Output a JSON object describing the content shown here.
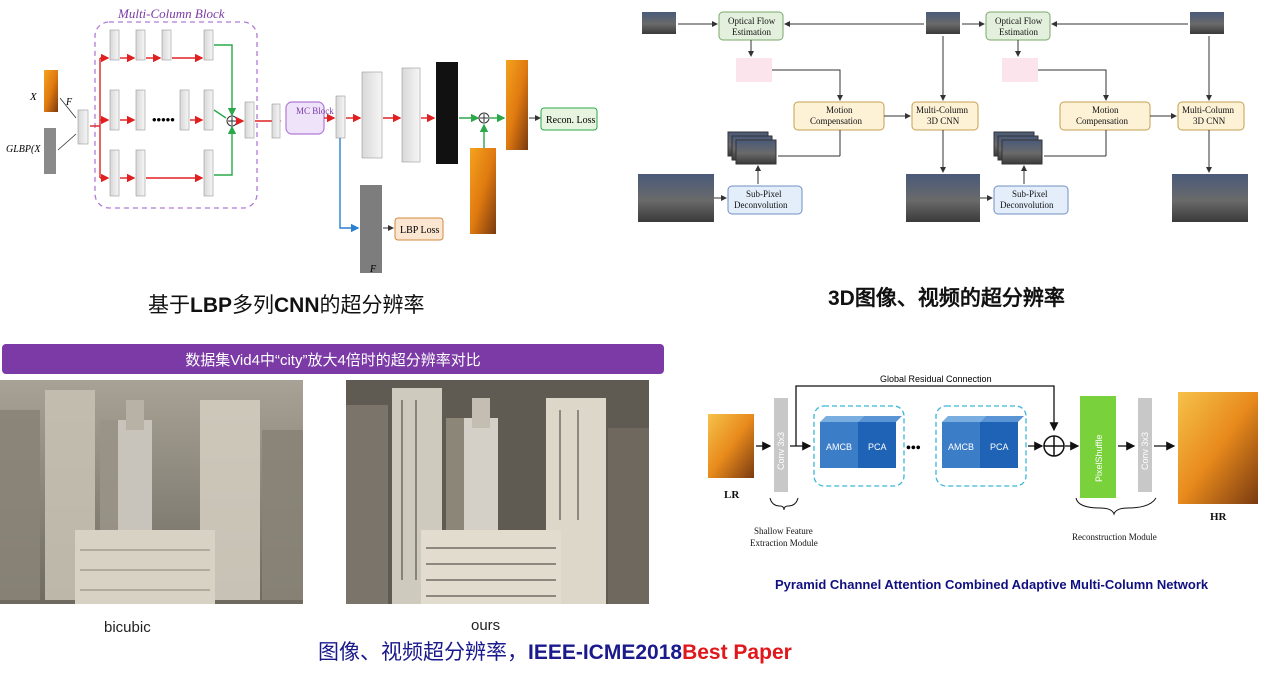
{
  "panel_lbp": {
    "block_title": "Multi-Column Block",
    "label_xl": "X",
    "label_glbp": "GLBP(X",
    "label_fin": "F",
    "mc_block": "MC Block",
    "recon_loss": "Recon. Loss",
    "lbp_loss": "LBP Loss",
    "label_flbp": "F",
    "caption_pre": "基于",
    "caption_b1": "LBP",
    "caption_mid": "多列",
    "caption_b2": "CNN",
    "caption_post": "的超分辨率"
  },
  "panel_3d": {
    "optical_flow_1": "Optical Flow",
    "optical_flow_2": "Estimation",
    "motion_1": "Motion",
    "motion_2": "Compensation",
    "multicol_1": "Multi-Column",
    "multicol_2": "3D CNN",
    "subpixel_1": "Sub-Pixel",
    "subpixel_2": "Deconvolution",
    "caption": "3D图像、视频的超分辨率"
  },
  "panel_city": {
    "banner": "数据集Vid4中“city”放大4倍时的超分辨率对比",
    "label_left": "bicubic",
    "label_right": "ours"
  },
  "panel_pcam": {
    "global_residual": "Global Residual Connection",
    "lr": "LR",
    "hr": "HR",
    "conv": "Conv 3x3",
    "amcb": "AMCB",
    "pca": "PCA",
    "pixelshuffle": "PixelShuffle",
    "shallow_1": "Shallow Feature",
    "shallow_2": "Extraction Module",
    "recon_module": "Reconstruction Module",
    "caption": "Pyramid Channel Attention Combined Adaptive Multi-Column Network"
  },
  "footer": {
    "text": "图像、视频超分辨率，",
    "bold": "IEEE-ICME2018",
    "red": "Best Paper"
  },
  "colors": {
    "purple": "#7b3aa6",
    "red_arrow": "#e02020",
    "green_arrow": "#2aa84a",
    "blue_arrow": "#2a7fd0",
    "navy": "#101080"
  }
}
